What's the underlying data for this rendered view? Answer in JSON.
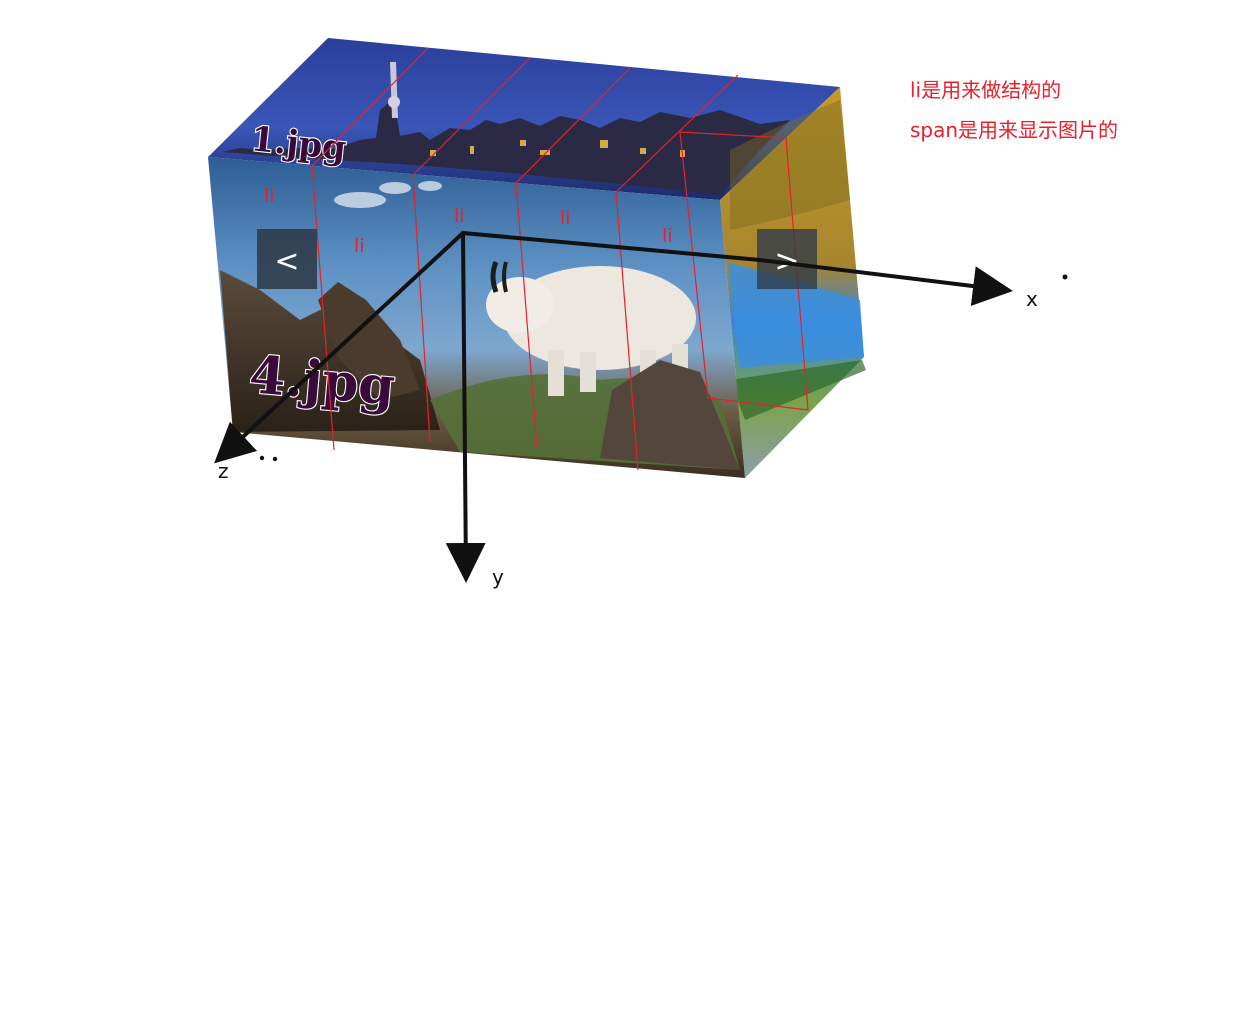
{
  "annotations": {
    "line1": "li是用来做结构的",
    "line2": "span是用来显示图片的"
  },
  "faces": {
    "top_label": "1.jpg",
    "front_label": "4.jpg"
  },
  "slice_labels": [
    "li",
    "li",
    "li",
    "li",
    "li"
  ],
  "nav": {
    "prev": "<",
    "next": ">"
  },
  "axes": {
    "x": "x",
    "y": "y",
    "z": "z"
  },
  "colors": {
    "annotation_red": "#e8202a",
    "axis_black": "#111111",
    "nav_bg": "#2e3a48"
  }
}
